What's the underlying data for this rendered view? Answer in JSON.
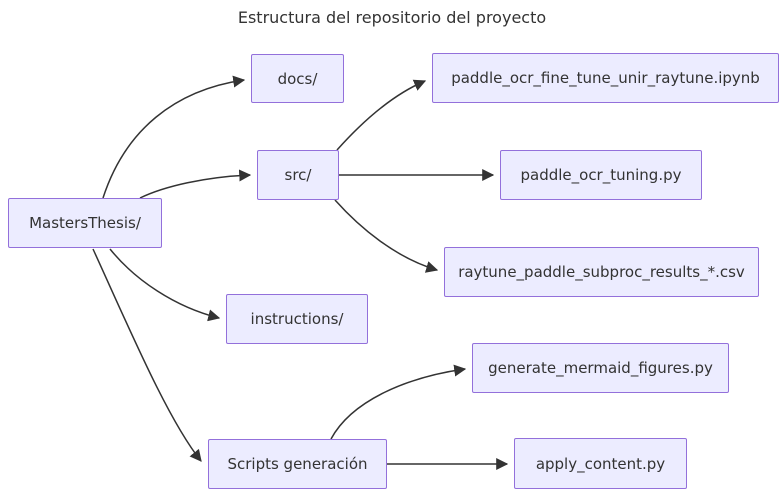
{
  "title": "Estructura del repositorio del proyecto",
  "theme": {
    "node_fill": "#ECECFF",
    "node_border": "#9370DB",
    "edge_color": "#333333",
    "text_color": "#333333",
    "background": "#FFFFFF"
  },
  "nodes": {
    "root": {
      "label": "MastersThesis/"
    },
    "docs": {
      "label": "docs/"
    },
    "src": {
      "label": "src/"
    },
    "instructions": {
      "label": "instructions/"
    },
    "scripts": {
      "label": "Scripts generación"
    },
    "ipynb": {
      "label": "paddle_ocr_fine_tune_unir_raytune.ipynb"
    },
    "tuning": {
      "label": "paddle_ocr_tuning.py"
    },
    "csv": {
      "label": "raytune_paddle_subproc_results_*.csv"
    },
    "generate": {
      "label": "generate_mermaid_figures.py"
    },
    "apply": {
      "label": "apply_content.py"
    }
  },
  "edges": [
    {
      "from": "MastersThesis/",
      "to": "docs/"
    },
    {
      "from": "MastersThesis/",
      "to": "src/"
    },
    {
      "from": "MastersThesis/",
      "to": "instructions/"
    },
    {
      "from": "MastersThesis/",
      "to": "Scripts generación"
    },
    {
      "from": "src/",
      "to": "paddle_ocr_fine_tune_unir_raytune.ipynb"
    },
    {
      "from": "src/",
      "to": "paddle_ocr_tuning.py"
    },
    {
      "from": "src/",
      "to": "raytune_paddle_subproc_results_*.csv"
    },
    {
      "from": "Scripts generación",
      "to": "generate_mermaid_figures.py"
    },
    {
      "from": "Scripts generación",
      "to": "apply_content.py"
    }
  ]
}
